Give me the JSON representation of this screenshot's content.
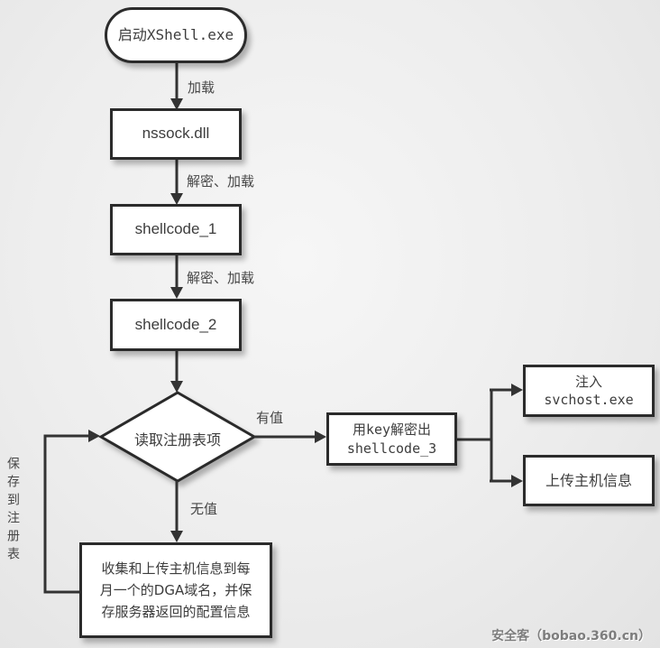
{
  "diagram": {
    "title_hint": "XShell malware execution flowchart",
    "colors": {
      "background": "#ededed",
      "box_fill": "#ffffff",
      "box_border": "#2b2b2b",
      "line": "#333333",
      "text": "#3d3d3d",
      "watermark": "#7d7d7d"
    },
    "nodes": {
      "start": {
        "shape": "stadium",
        "label": "启动XShell.exe"
      },
      "nssock": {
        "shape": "rect",
        "label": "nssock.dll"
      },
      "sc1": {
        "shape": "rect",
        "label": "shellcode_1"
      },
      "sc2": {
        "shape": "rect",
        "label": "shellcode_2"
      },
      "decision": {
        "shape": "diamond",
        "label": "读取注册表项"
      },
      "decrypt3": {
        "shape": "rect",
        "lines": [
          "用key解密出",
          "shellcode_3"
        ]
      },
      "inject": {
        "shape": "rect",
        "lines": [
          "注入",
          "svchost.exe"
        ]
      },
      "upload": {
        "shape": "rect",
        "label": "上传主机信息"
      },
      "collect": {
        "shape": "rect",
        "lines": [
          "收集和上传主机信息到每",
          "月一个的DGA域名，并保",
          "存服务器返回的配置信息"
        ]
      }
    },
    "edge_labels": {
      "load": "加载",
      "decrypt_load_1": "解密、加载",
      "decrypt_load_2": "解密、加载",
      "has_value": "有值",
      "no_value": "无值",
      "save_to_registry": "保存到注册表"
    },
    "watermark": "安全客（bobao.360.cn）"
  }
}
